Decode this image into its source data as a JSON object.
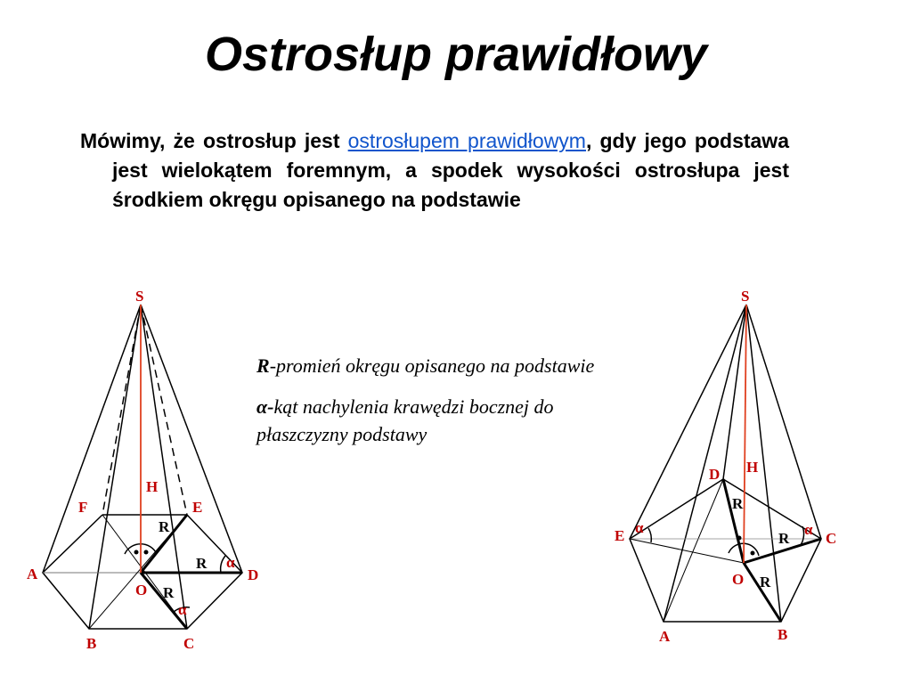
{
  "title": "Ostrosłup prawidłowy",
  "definition": {
    "before": "Mówimy, że ostrosłup jest ",
    "term": "ostrosłupem prawidłowym",
    "after": ", gdy jego podstawa jest wielokątem foremnym, a spodek wysokości ostrosłupa jest środkiem okręgu opisanego na podstawie"
  },
  "legend": [
    {
      "symbol": "R",
      "text": "-promień okręgu  opisanego na podstawie"
    },
    {
      "symbol": "α-",
      "text": "kąt nachylenia krawędzi bocznej do płaszczyzny podstawy"
    }
  ],
  "hexagon_figure": {
    "apex": "S",
    "center": "O",
    "height": "H",
    "vertices": [
      "A",
      "B",
      "C",
      "D",
      "E",
      "F"
    ],
    "radius_label": "R",
    "angle_label": "α"
  },
  "pentagon_figure": {
    "apex": "S",
    "center": "O",
    "height": "H",
    "vertices": [
      "A",
      "B",
      "C",
      "D",
      "E"
    ],
    "radius_label": "R",
    "angle_label": "α"
  },
  "colors": {
    "height_line": "#e04020",
    "labels": "#c00000",
    "link": "#1155cc"
  }
}
